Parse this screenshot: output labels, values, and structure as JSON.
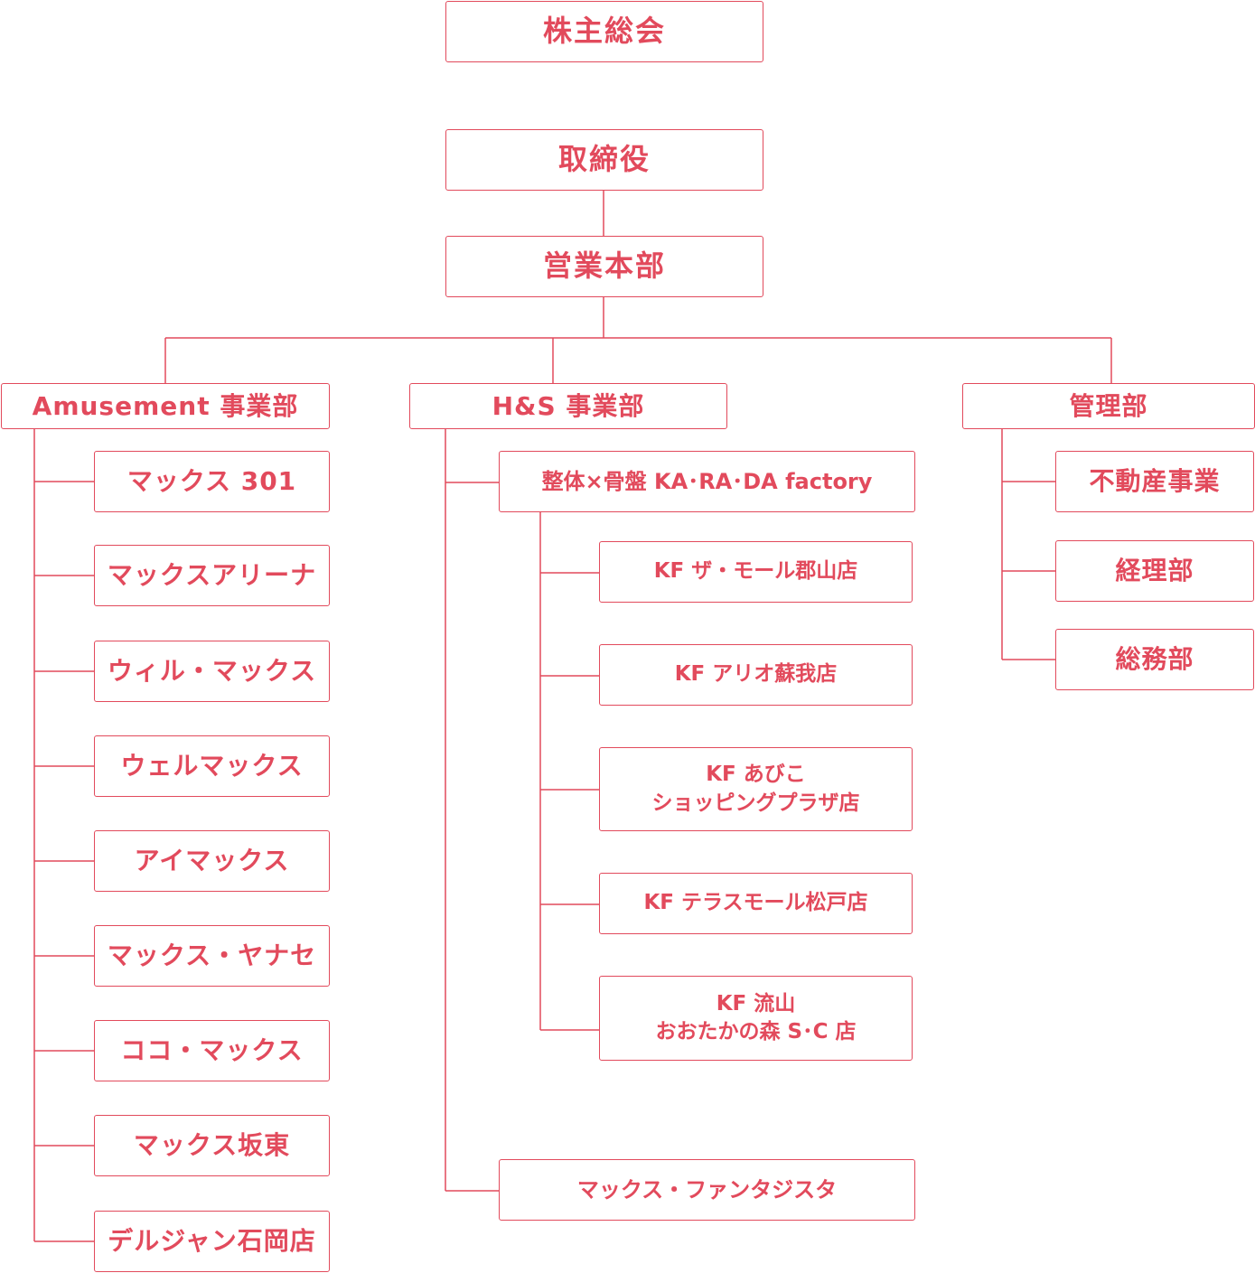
{
  "shareholders": "株主総会",
  "board": "取締役",
  "sales_hq": "営業本部",
  "divisions": {
    "amusement": {
      "label": "Amusement 事業部",
      "units": [
        "マックス 301",
        "マックスアリーナ",
        "ウィル・マックス",
        "ウェルマックス",
        "アイマックス",
        "マックス・ヤナセ",
        "ココ・マックス",
        "マックス坂東",
        "デルジャン石岡店"
      ]
    },
    "hs": {
      "label": "H&S 事業部",
      "karada": "整体×骨盤 KA･RA･DA factory",
      "stores": [
        "KF ザ・モール郡山店",
        "KF アリオ蘇我店",
        "KF あびこ\nショッピングプラザ店",
        "KF テラスモール松戸店",
        "KF 流山\nおおたかの森 S･C 店"
      ],
      "fantasista": "マックス・ファンタジスタ"
    },
    "admin": {
      "label": "管理部",
      "units": [
        "不動産事業",
        "経理部",
        "総務部"
      ]
    }
  },
  "colors": {
    "accent": "#e24a5c",
    "background": "#ffffff"
  }
}
